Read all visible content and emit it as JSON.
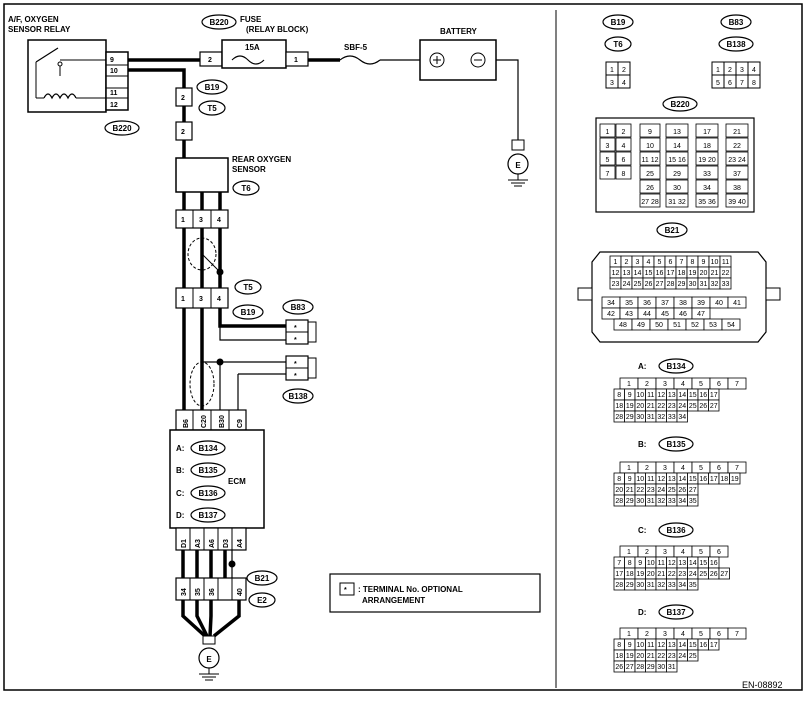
{
  "relay": {
    "label_line1": "A/F, OXYGEN",
    "label_line2": "SENSOR RELAY",
    "pins": [
      "9",
      "10",
      "11",
      "12"
    ],
    "connector": "B220"
  },
  "fuse": {
    "label_line1": "FUSE",
    "label_line2": "(RELAY BLOCK)",
    "rating": "15A",
    "pin_left": "2",
    "pin_right": "1",
    "connector": "B220"
  },
  "sbf": {
    "label": "SBF-5"
  },
  "battery": {
    "label": "BATTERY"
  },
  "grounds": [
    "E",
    "E"
  ],
  "pins": {
    "two": "2"
  },
  "connectors": {
    "b19": "B19",
    "t5": "T5",
    "t6": "T6",
    "b83": "B83",
    "b138": "B138",
    "b220": "B220",
    "b21": "B21",
    "e2": "E2"
  },
  "rear_sensor": {
    "label_line1": "REAR OXYGEN",
    "label_line2": "SENSOR",
    "connector": "T6"
  },
  "t6": {
    "pin_a": "1",
    "pin_b": "3",
    "pin_c": "4"
  },
  "ecm": {
    "label": "ECM",
    "top_pins": [
      "B6",
      "C20",
      "B30",
      "C9"
    ],
    "bottom_pins": [
      "D1",
      "A3",
      "A6",
      "D3",
      "A4"
    ],
    "connectors": [
      {
        "prefix": "A:",
        "id": "B134"
      },
      {
        "prefix": "B:",
        "id": "B135"
      },
      {
        "prefix": "C:",
        "id": "B136"
      },
      {
        "prefix": "D:",
        "id": "B137"
      }
    ]
  },
  "b21e2": {
    "pins": [
      "34",
      "35",
      "36",
      "40"
    ]
  },
  "legend": {
    "symbol": "*",
    "line1": ": TERMINAL No. OPTIONAL",
    "line2": "ARRANGEMENT"
  },
  "pin_grids": {
    "b19": [
      "1",
      "2",
      "3",
      "4"
    ],
    "b83": [
      "1",
      "2",
      "3",
      "4",
      "5",
      "6",
      "7",
      "8"
    ],
    "b220": [
      [
        "1",
        "2",
        "9",
        "13",
        "17",
        "21"
      ],
      [
        "3",
        "4",
        "10",
        "14",
        "18",
        "22"
      ],
      [
        "5",
        "6",
        "11 12",
        "15 16",
        "19 20",
        "23 24"
      ],
      [
        "7",
        "8",
        "25",
        "29",
        "33",
        "37"
      ],
      [
        "",
        "",
        "26",
        "30",
        "34",
        "38"
      ],
      [
        "",
        "",
        "27 28",
        "31 32",
        "35 36",
        "39 40"
      ]
    ],
    "b21": [
      [
        "1",
        "2",
        "3",
        "4",
        "5",
        "6",
        "7",
        "8",
        "9",
        "10",
        "11"
      ],
      [
        "12",
        "13",
        "14",
        "15",
        "16",
        "17",
        "18",
        "19",
        "20",
        "21",
        "22"
      ],
      [
        "23",
        "24",
        "25",
        "26",
        "27",
        "28",
        "29",
        "30",
        "31",
        "32",
        "33"
      ],
      [
        "34",
        "35",
        "36",
        "37",
        "38",
        "39",
        "40",
        "41"
      ],
      [
        "42",
        "43",
        "44",
        "45",
        "46",
        "47"
      ],
      [
        "48",
        "49",
        "50",
        "51",
        "52",
        "53",
        "54"
      ]
    ],
    "b134": [
      [
        "1",
        "2",
        "3",
        "4",
        "5",
        "6",
        "7"
      ],
      [
        "8",
        "9",
        "10",
        "11",
        "12",
        "13",
        "14",
        "15",
        "16",
        "17"
      ],
      [
        "18",
        "19",
        "20",
        "21",
        "22",
        "23",
        "24",
        "25",
        "26",
        "27"
      ],
      [
        "28",
        "29",
        "30",
        "31",
        "32",
        "33",
        "34"
      ]
    ],
    "b135": [
      [
        "1",
        "2",
        "3",
        "4",
        "5",
        "6",
        "7"
      ],
      [
        "8",
        "9",
        "10",
        "11",
        "12",
        "13",
        "14",
        "15",
        "16",
        "17",
        "18",
        "19"
      ],
      [
        "20",
        "21",
        "22",
        "23",
        "24",
        "25",
        "26",
        "27"
      ],
      [
        "28",
        "29",
        "30",
        "31",
        "32",
        "33",
        "34",
        "35"
      ]
    ],
    "b136": [
      [
        "1",
        "2",
        "3",
        "4",
        "5",
        "6"
      ],
      [
        "7",
        "8",
        "9",
        "10",
        "11",
        "12",
        "13",
        "14",
        "15",
        "16"
      ],
      [
        "17",
        "18",
        "19",
        "20",
        "21",
        "22",
        "23",
        "24",
        "25",
        "26",
        "27"
      ],
      [
        "28",
        "29",
        "30",
        "31",
        "32",
        "33",
        "34",
        "35"
      ]
    ],
    "b137": [
      [
        "1",
        "2",
        "3",
        "4",
        "5",
        "6",
        "7"
      ],
      [
        "8",
        "9",
        "10",
        "11",
        "12",
        "13",
        "14",
        "15",
        "16",
        "17"
      ],
      [
        "18",
        "19",
        "20",
        "21",
        "22",
        "23",
        "24",
        "25"
      ],
      [
        "26",
        "27",
        "28",
        "29",
        "30",
        "31"
      ]
    ]
  },
  "right_connectors": [
    {
      "prefix": "A:",
      "id": "B134"
    },
    {
      "prefix": "B:",
      "id": "B135"
    },
    {
      "prefix": "C:",
      "id": "B136"
    },
    {
      "prefix": "D:",
      "id": "B137"
    }
  ],
  "figure_id": "EN-08892"
}
